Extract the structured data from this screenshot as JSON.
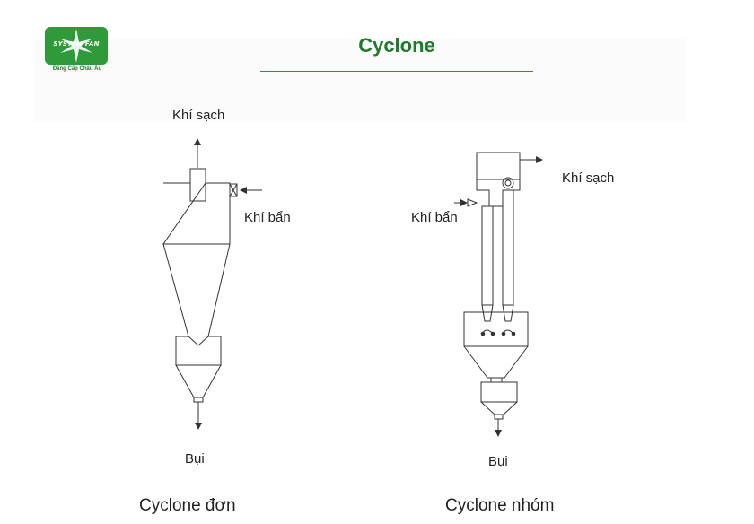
{
  "logo": {
    "brand": "SYSTEM FAN",
    "tagline": "Đẳng Cấp Châu Âu",
    "color": "#2f9a3a"
  },
  "title": "Cyclone",
  "single": {
    "clean_gas": "Khí sạch",
    "dirty_gas": "Khí bẩn",
    "dust": "Bụi",
    "caption": "Cyclone đơn"
  },
  "group": {
    "clean_gas": "Khí sạch",
    "dirty_gas": "Khí bẩn",
    "dust": "Bụi",
    "caption": "Cyclone nhóm"
  },
  "colors": {
    "title": "#1f7a2c",
    "line": "#333333"
  }
}
